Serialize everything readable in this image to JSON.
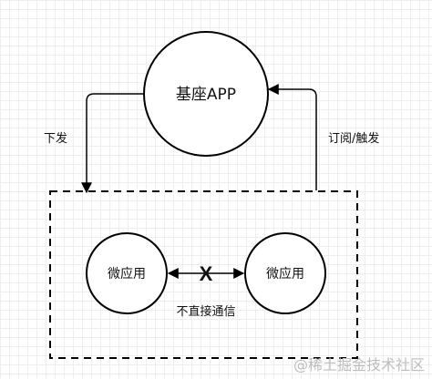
{
  "diagram": {
    "host_app_label": "基座APP",
    "micro_app_left_label": "微应用",
    "micro_app_right_label": "微应用",
    "dispatch_label": "下发",
    "subscribe_trigger_label": "订阅/触发",
    "no_direct_comm_label": "不直接通信",
    "blocked_mark": "X"
  },
  "watermark": {
    "text": "@稀土掘金技术社区"
  }
}
